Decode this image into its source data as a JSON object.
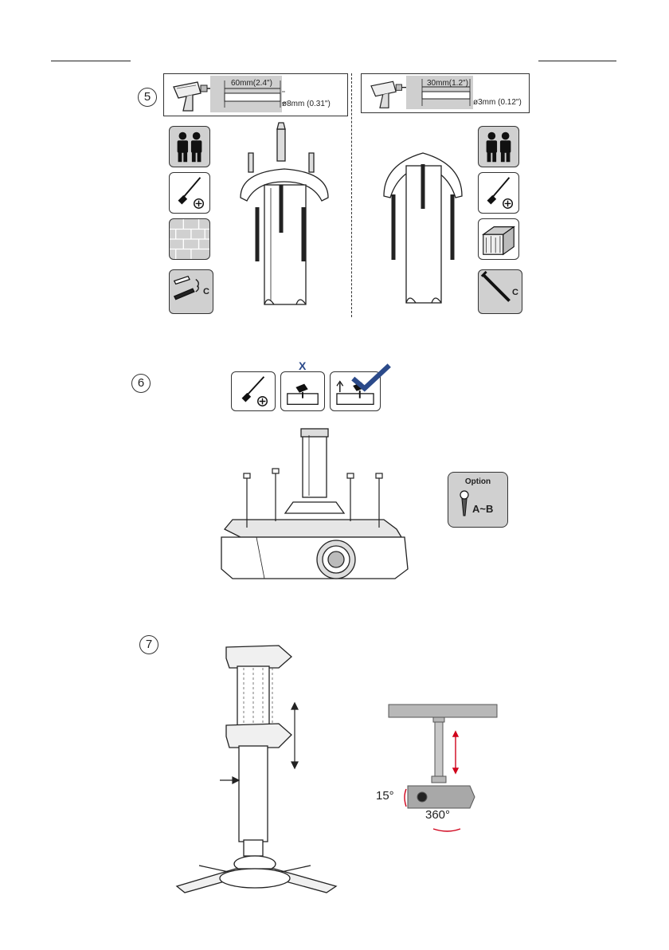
{
  "page": {
    "step5": {
      "number": "5",
      "left_panel": {
        "drill_depth": "60mm(2.4\")",
        "drill_bit": "ø8mm  (0.31\")",
        "part_label": "C",
        "icons": [
          "two-people-icon",
          "screwdriver-icon",
          "brick-wall-icon",
          "anchor-and-screw-icon"
        ]
      },
      "right_panel": {
        "drill_depth": "30mm(1.2\")",
        "drill_bit": "ø3mm (0.12\")",
        "part_label": "C",
        "icons": [
          "two-people-icon",
          "screwdriver-icon",
          "wood-beam-icon",
          "wood-screw-icon"
        ]
      }
    },
    "step6": {
      "number": "6",
      "icons": [
        "screwdriver-icon",
        "do-not-overtighten-icon",
        "correct-tighten-icon"
      ],
      "wrong_mark": "X",
      "option": {
        "title": "Option",
        "label": "A~B"
      }
    },
    "step7": {
      "number": "7",
      "tilt": "15°",
      "rotation": "360°"
    },
    "colors": {
      "line": "#222222",
      "tile_grey": "#d0d0d0",
      "accent_red": "#d0021b",
      "check_blue": "#2b4a8a"
    }
  }
}
